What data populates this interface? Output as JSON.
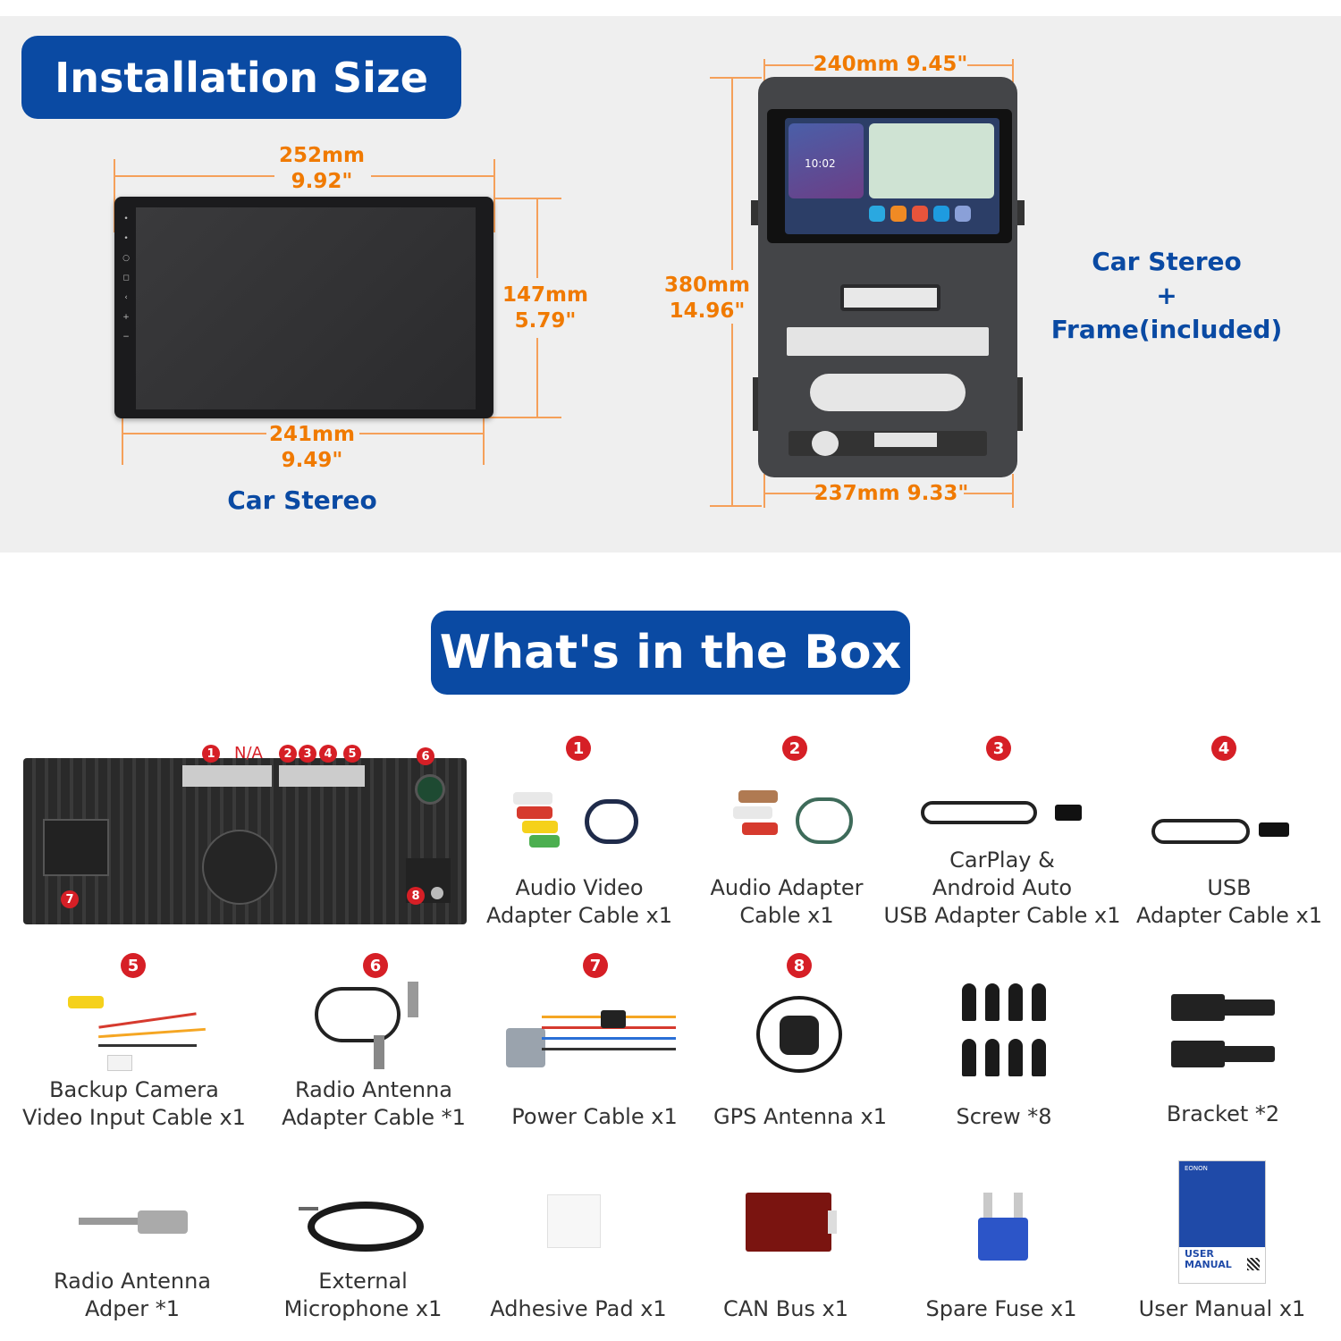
{
  "installation": {
    "title": "Installation Size",
    "stereo_width_top": "252mm",
    "stereo_width_top_in": "9.92\"",
    "stereo_height": "147mm",
    "stereo_height_in": "5.79\"",
    "stereo_width_bottom": "241mm",
    "stereo_width_bottom_in": "9.49\"",
    "stereo_caption": "Car Stereo",
    "frame_width_top": "240mm 9.45\"",
    "frame_height": "380mm",
    "frame_height_in": "14.96\"",
    "frame_width_bottom": "237mm  9.33\"",
    "frame_caption_1": "Car Stereo",
    "frame_caption_2": "+",
    "frame_caption_3": "Frame(included)",
    "screen_clock": "10:02"
  },
  "box": {
    "title": "What's in the Box",
    "port_labels": [
      "1",
      "N/A",
      "2",
      "3",
      "4",
      "5",
      "6",
      "7",
      "8"
    ],
    "items": [
      {
        "num": "1",
        "label": "Audio Video\nAdapter Cable x1"
      },
      {
        "num": "2",
        "label": "Audio Adapter\nCable x1"
      },
      {
        "num": "3",
        "label": "CarPlay &\nAndroid Auto\nUSB Adapter Cable x1"
      },
      {
        "num": "4",
        "label": "USB\nAdapter Cable x1"
      },
      {
        "num": "5",
        "label": "Backup Camera\nVideo Input Cable x1"
      },
      {
        "num": "6",
        "label": "Radio Antenna\nAdapter Cable *1"
      },
      {
        "num": "7",
        "label": "Power Cable x1"
      },
      {
        "num": "8",
        "label": "GPS Antenna x1"
      },
      {
        "num": "",
        "label": "Screw *8"
      },
      {
        "num": "",
        "label": "Bracket *2"
      },
      {
        "num": "",
        "label": "Radio Antenna\nAdper *1"
      },
      {
        "num": "",
        "label": "External\nMicrophone x1"
      },
      {
        "num": "",
        "label": "Adhesive Pad x1"
      },
      {
        "num": "",
        "label": "CAN Bus x1"
      },
      {
        "num": "",
        "label": "Spare Fuse x1"
      },
      {
        "num": "",
        "label": "User Manual x1"
      }
    ],
    "manual_cover_line1": "USER",
    "manual_cover_line2": "MANUAL",
    "manual_brand": "EONON"
  },
  "colors": {
    "banner_blue": "#0a4aa3",
    "dimension_orange": "#f07a00",
    "badge_red": "#d61f26"
  }
}
